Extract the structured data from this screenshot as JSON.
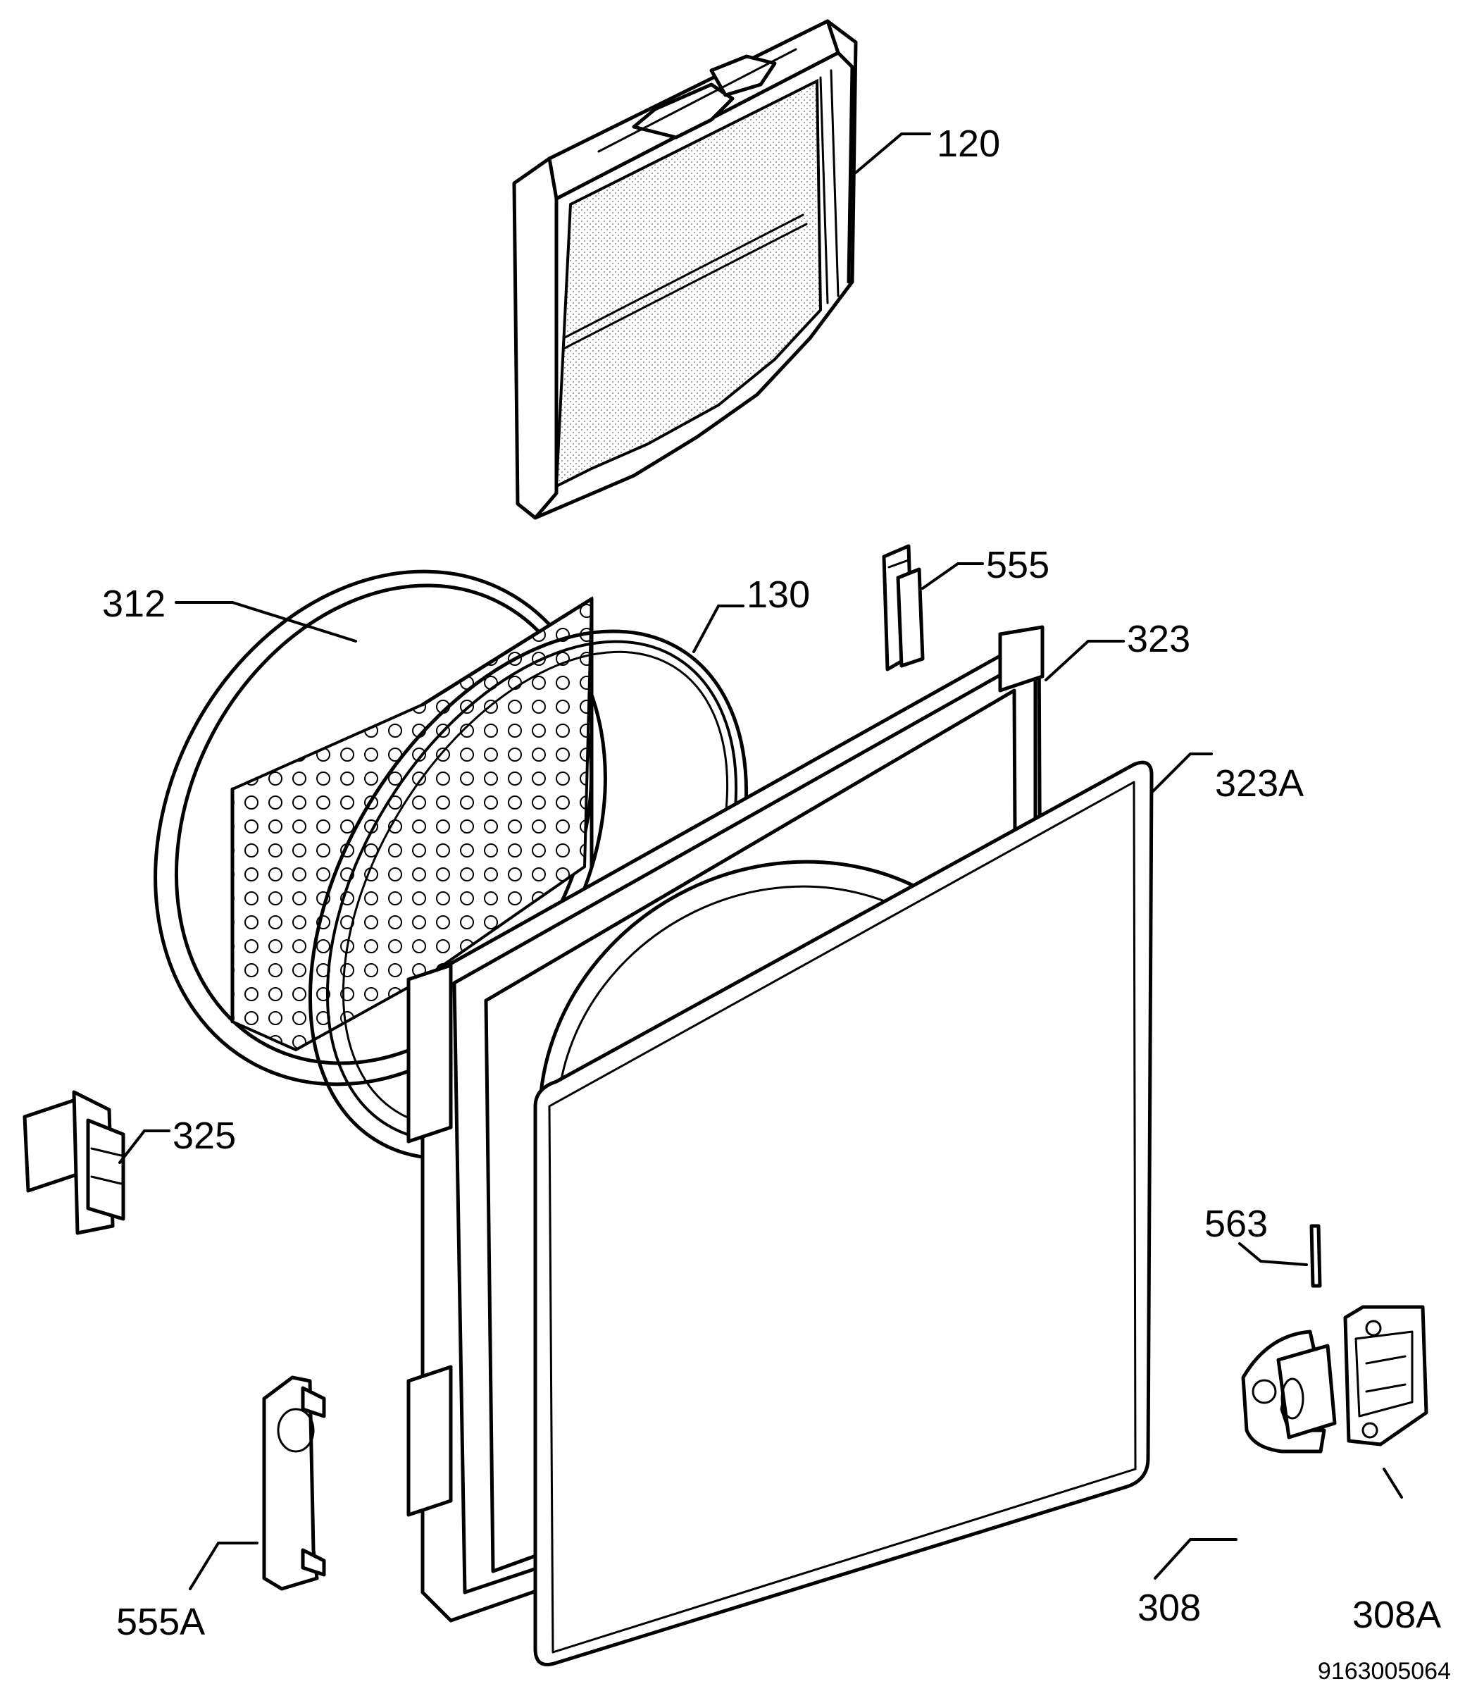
{
  "labels": {
    "p120": "120",
    "p312": "312",
    "p130": "130",
    "p555": "555",
    "p323": "323",
    "p323A": "323A",
    "p325": "325",
    "p563": "563",
    "p308": "308",
    "p308A": "308A",
    "p555A": "555A"
  },
  "document_id": "9163005064"
}
